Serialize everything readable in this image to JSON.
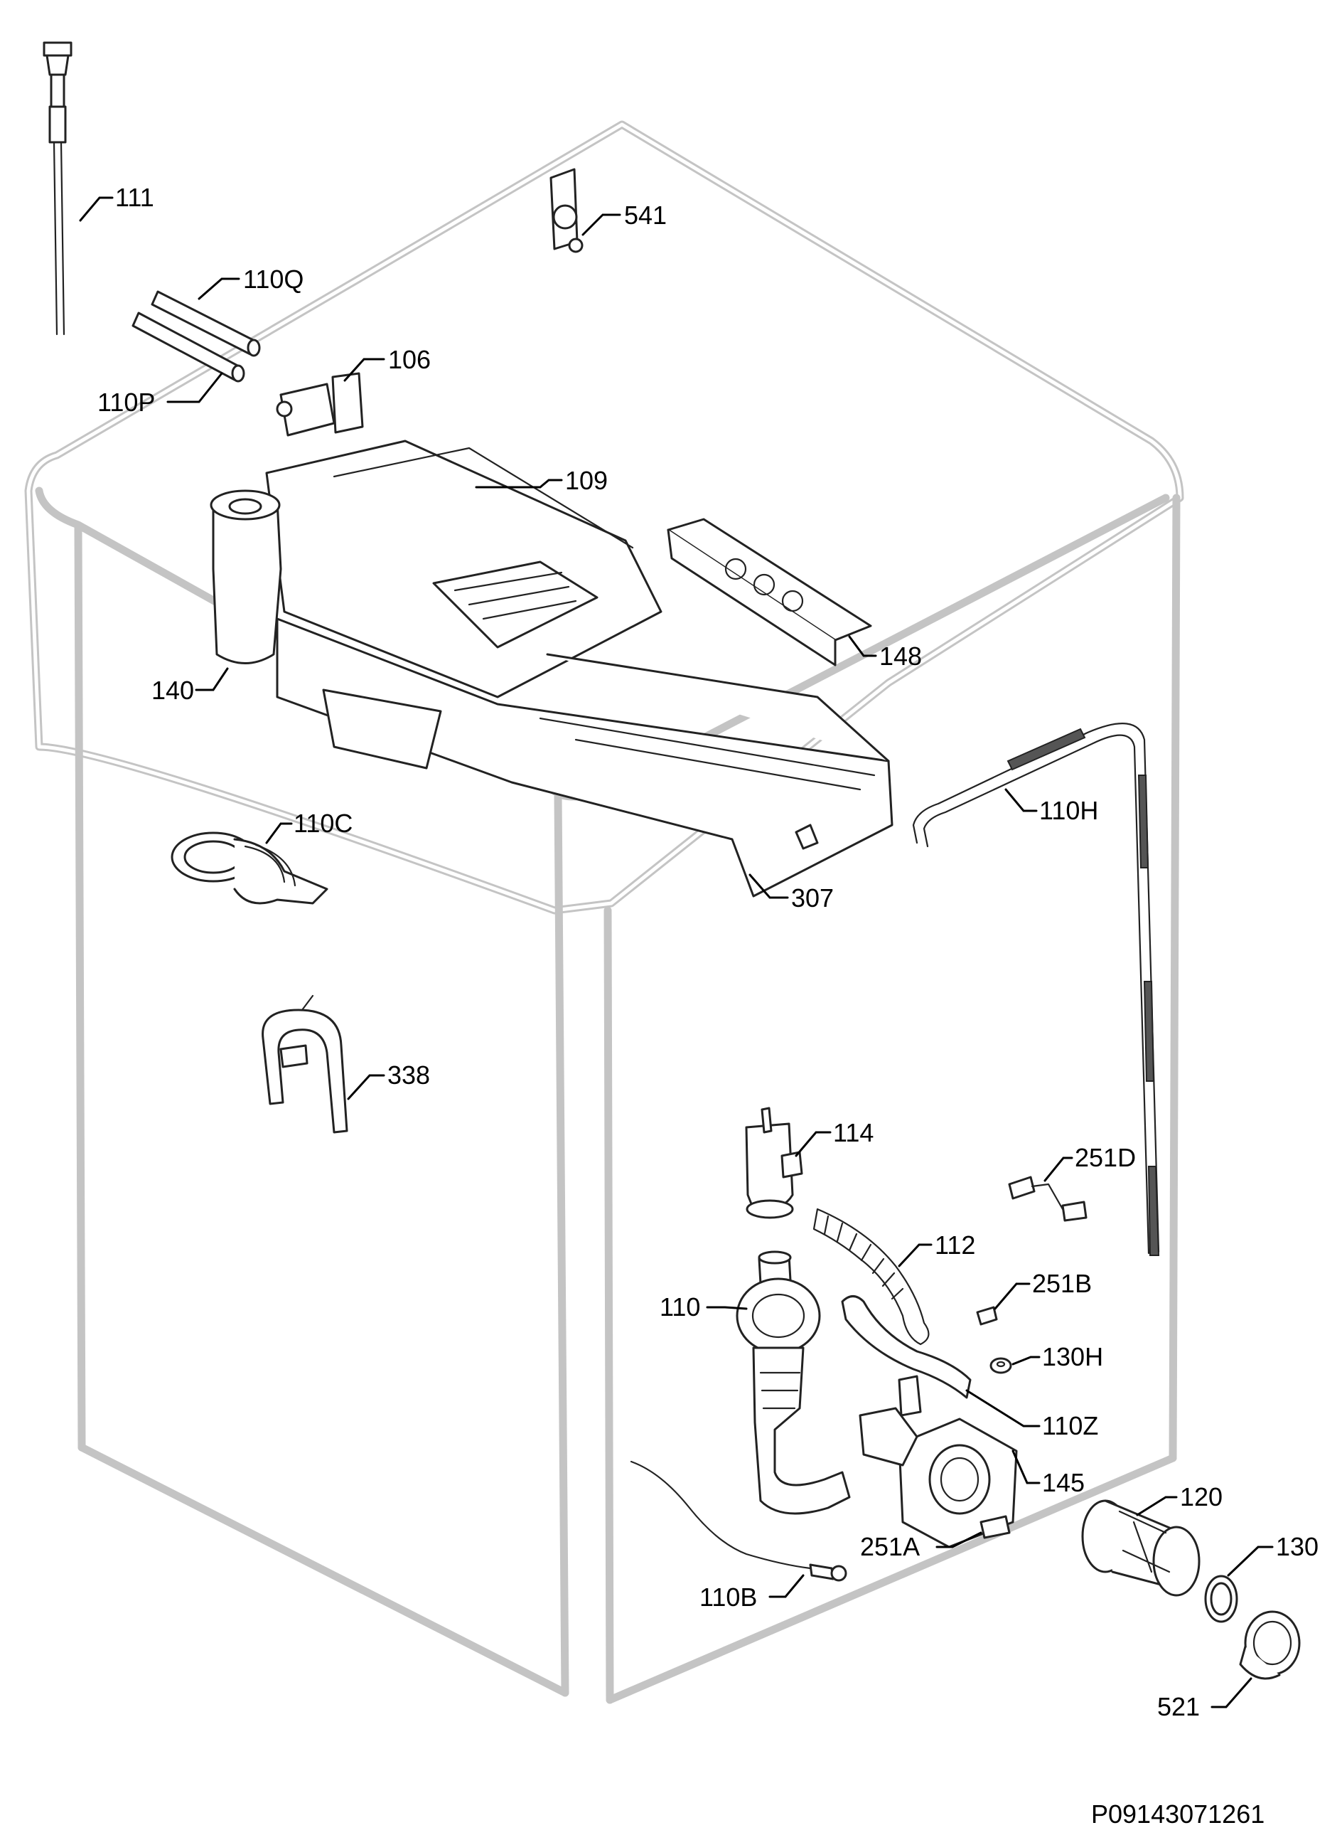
{
  "diagram_code": "P09143071261",
  "callouts": {
    "c111": "111",
    "c541": "541",
    "c110Q": "110Q",
    "c106": "106",
    "c110P": "110P",
    "c109": "109",
    "c148": "148",
    "c140": "140",
    "c110H": "110H",
    "c110C": "110C",
    "c307": "307",
    "c338": "338",
    "c114": "114",
    "c251D": "251D",
    "c112": "112",
    "c251B": "251B",
    "c110": "110",
    "c130H": "130H",
    "c110Z": "110Z",
    "c145": "145",
    "c120": "120",
    "c251A": "251A",
    "c130": "130",
    "c110B": "110B",
    "c521": "521"
  }
}
